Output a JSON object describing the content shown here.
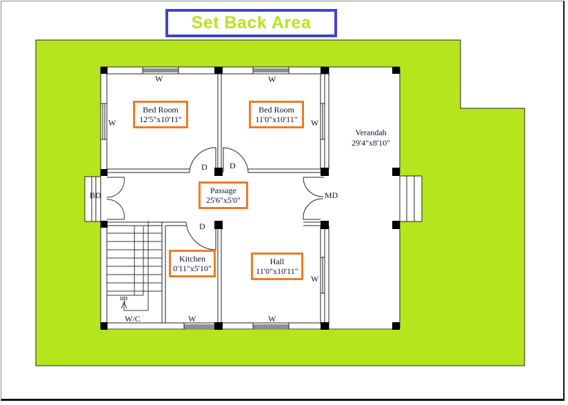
{
  "title": "Set Back Area",
  "colors": {
    "setback_fill": "#b5e61d",
    "title_border": "#3d44c8",
    "room_label_border": "#f07a22",
    "column": "#000000"
  },
  "rooms": {
    "bedroom1": {
      "name": "Bed Room",
      "size": "12'5\"x10'11\""
    },
    "bedroom2": {
      "name": "Bed Room",
      "size": "11'0\"x10'11\""
    },
    "verandah": {
      "name": "Verandah",
      "size": "29'4\"x8'10\""
    },
    "passage": {
      "name": "Passage",
      "size": "25'6\"x5'0\""
    },
    "kitchen": {
      "name": "Kitchen",
      "size": "0'11\"x5'10\""
    },
    "hall": {
      "name": "Hall",
      "size": "11'0\"x10'11\""
    }
  },
  "labels": {
    "window": "W",
    "door": "D",
    "back_door": "BD",
    "main_door": "MD",
    "wc": "W/C",
    "stairs_up": "up"
  }
}
